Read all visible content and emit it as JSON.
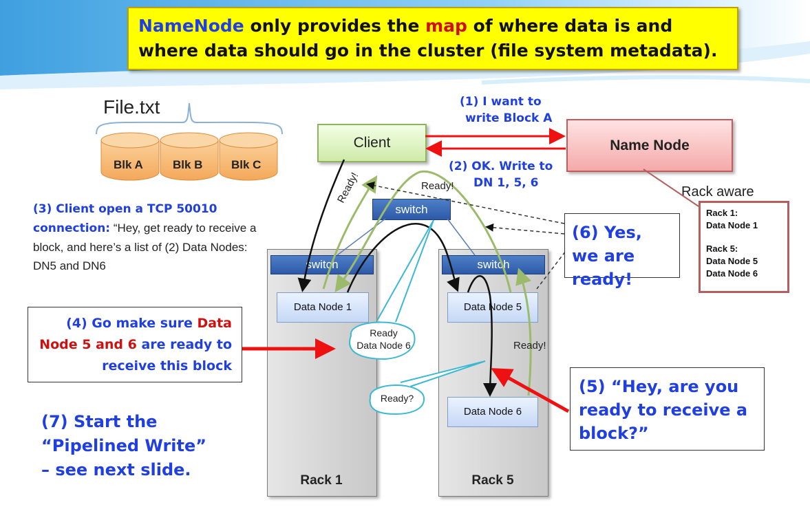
{
  "banner": {
    "part1": "NameNode",
    "part2": " only provides the ",
    "part3": "map",
    "part4": " of where data is and where data should go in the cluster (file system metadata)."
  },
  "file": {
    "name": "File.txt",
    "blocks": [
      "Blk A",
      "Blk B",
      "Blk C"
    ]
  },
  "client_label": "Client",
  "namenode_label": "Name Node",
  "step1": {
    "line1": "(1) I want to",
    "line2": "write Block A"
  },
  "step2": {
    "line1": "(2) OK. Write to",
    "line2": "DN 1, 5, 6"
  },
  "step3": {
    "bold": "(3) Client open a TCP 50010 connection:",
    "rest": " “Hey, get ready to receive a block, and here’s a list of (2) Data Nodes: DN5 and DN6"
  },
  "step4": {
    "part1": "(4) Go make sure ",
    "part2": "Data Node 5 and 6",
    "part3": " are ready to receive this block"
  },
  "step5": "(5) “Hey, are you ready to receive a block?”",
  "step6": "(6) Yes, we are ready!",
  "step7": "(7) Start the “Pipelined Write” – see next slide.",
  "rack_aware": {
    "title": "Rack aware",
    "rack1_title": "Rack 1:",
    "rack1_node": "Data Node 1",
    "rack5_title": "Rack 5:",
    "rack5_node1": "Data Node 5",
    "rack5_node2": "Data Node 6"
  },
  "switch_label": "switch",
  "racks": [
    "Rack 1",
    "Rack 5"
  ],
  "data_nodes": [
    "Data Node 1",
    "Data Node 5",
    "Data Node 6"
  ],
  "bubbles": {
    "ready_dn6_line1": "Ready",
    "ready_dn6_line2": "Data Node 6",
    "ready_q": "Ready?"
  },
  "ready_labels": [
    "Ready!",
    "Ready!",
    "Ready!"
  ],
  "colors": {
    "banner_bg": "#ffff00",
    "blue_text": "#1f3fe0",
    "red_text": "#d01010",
    "green_arrow": "#9bbb6a",
    "red_arrow": "#ee1111"
  }
}
